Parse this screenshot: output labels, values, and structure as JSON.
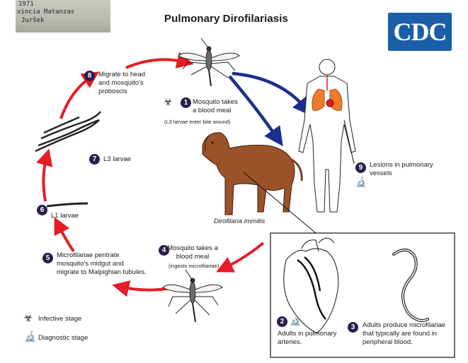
{
  "title": "Pulmonary Dirofilariasis",
  "logo": {
    "text": "CDC",
    "color": "#1b5ea8"
  },
  "photo_label": {
    "lines": [
      "1971",
      "vincia Matanzas",
      "Juršek"
    ]
  },
  "colors": {
    "human_arrow": "#1b2f8f",
    "mosquito_arrow": "#e51c24",
    "step_badge": "#2a1d4a",
    "dog": "#9b5228",
    "lungs": "#f07c2a"
  },
  "species": "Dirofilaria immitis",
  "steps": [
    {
      "number": "1",
      "text": "Mosquito takes a blood meal",
      "note": "(L3 larvae enter bite wound)",
      "stage_icon": "biohazard-icon"
    },
    {
      "number": "2",
      "text": "Adults in pulmonary arteries.",
      "stage_icon": "microscope-icon"
    },
    {
      "number": "3",
      "text": "Adults produce microfilariae that typically are found in peripheral blood."
    },
    {
      "number": "4",
      "text": "Mosquito takes a blood meal",
      "note": "(ingests microfilariae)"
    },
    {
      "number": "5",
      "text": "Microfilariae pentrate mosquito's midgut and migrate to Malpighian tubules."
    },
    {
      "number": "6",
      "text": "L1 larvae"
    },
    {
      "number": "7",
      "text": "L3 larvae"
    },
    {
      "number": "8",
      "text": "Migrate to head and mosquito's proboscis"
    },
    {
      "number": "9",
      "text": "Lesions in pulmonary vessels",
      "stage_icon": "microscope-icon"
    }
  ],
  "legend": [
    {
      "icon": "biohazard-icon",
      "label": "Infective stage"
    },
    {
      "icon": "microscope-icon",
      "label": "Diagnostic stage"
    }
  ]
}
